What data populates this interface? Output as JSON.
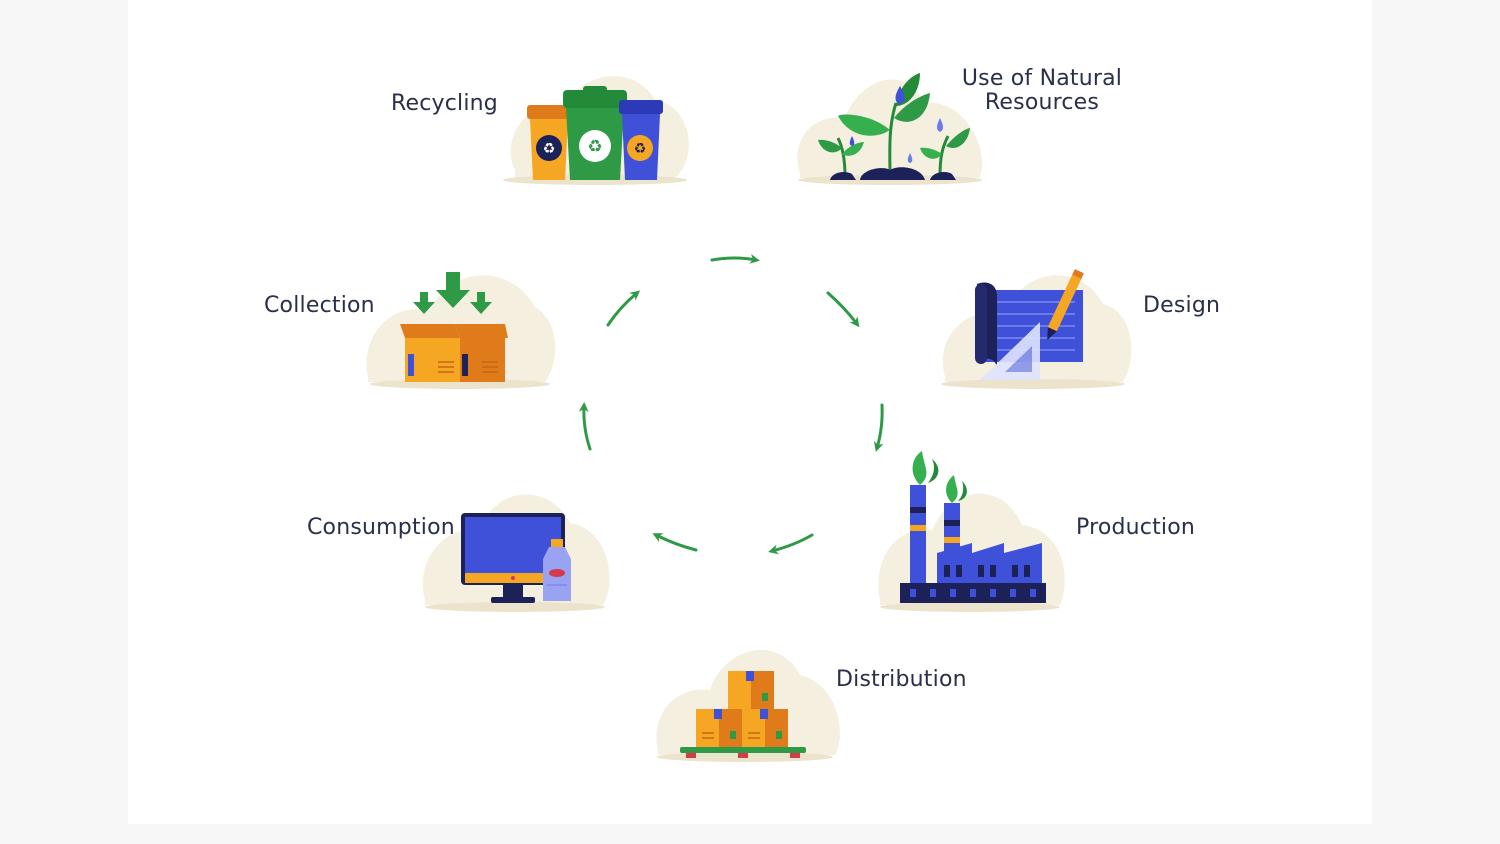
{
  "diagram": {
    "stages": [
      {
        "id": "natural-resources",
        "label_lines": [
          "Use of Natural",
          "Resources"
        ]
      },
      {
        "id": "design",
        "label": "Design"
      },
      {
        "id": "production",
        "label": "Production"
      },
      {
        "id": "distribution",
        "label": "Distribution"
      },
      {
        "id": "consumption",
        "label": "Consumption"
      },
      {
        "id": "collection",
        "label": "Collection"
      },
      {
        "id": "recycling",
        "label": "Recycling"
      }
    ],
    "colors": {
      "label_text": "#2a2f4a",
      "arrow": "#2e9a46",
      "blob": "#f4efdf",
      "orange": "#f5a623",
      "dark_orange": "#e07b1c",
      "green": "#2e9a46",
      "blue": "#3f51d8",
      "navy": "#1c2257"
    },
    "icons": {
      "recycling": "recycling-bins-icon",
      "natural-resources": "plants-with-water-drops-icon",
      "design": "blueprint-with-pencil-icon",
      "production": "factory-icon",
      "distribution": "boxes-on-pallet-icon",
      "consumption": "monitor-and-bottle-icon",
      "collection": "box-with-arrows-icon"
    }
  }
}
